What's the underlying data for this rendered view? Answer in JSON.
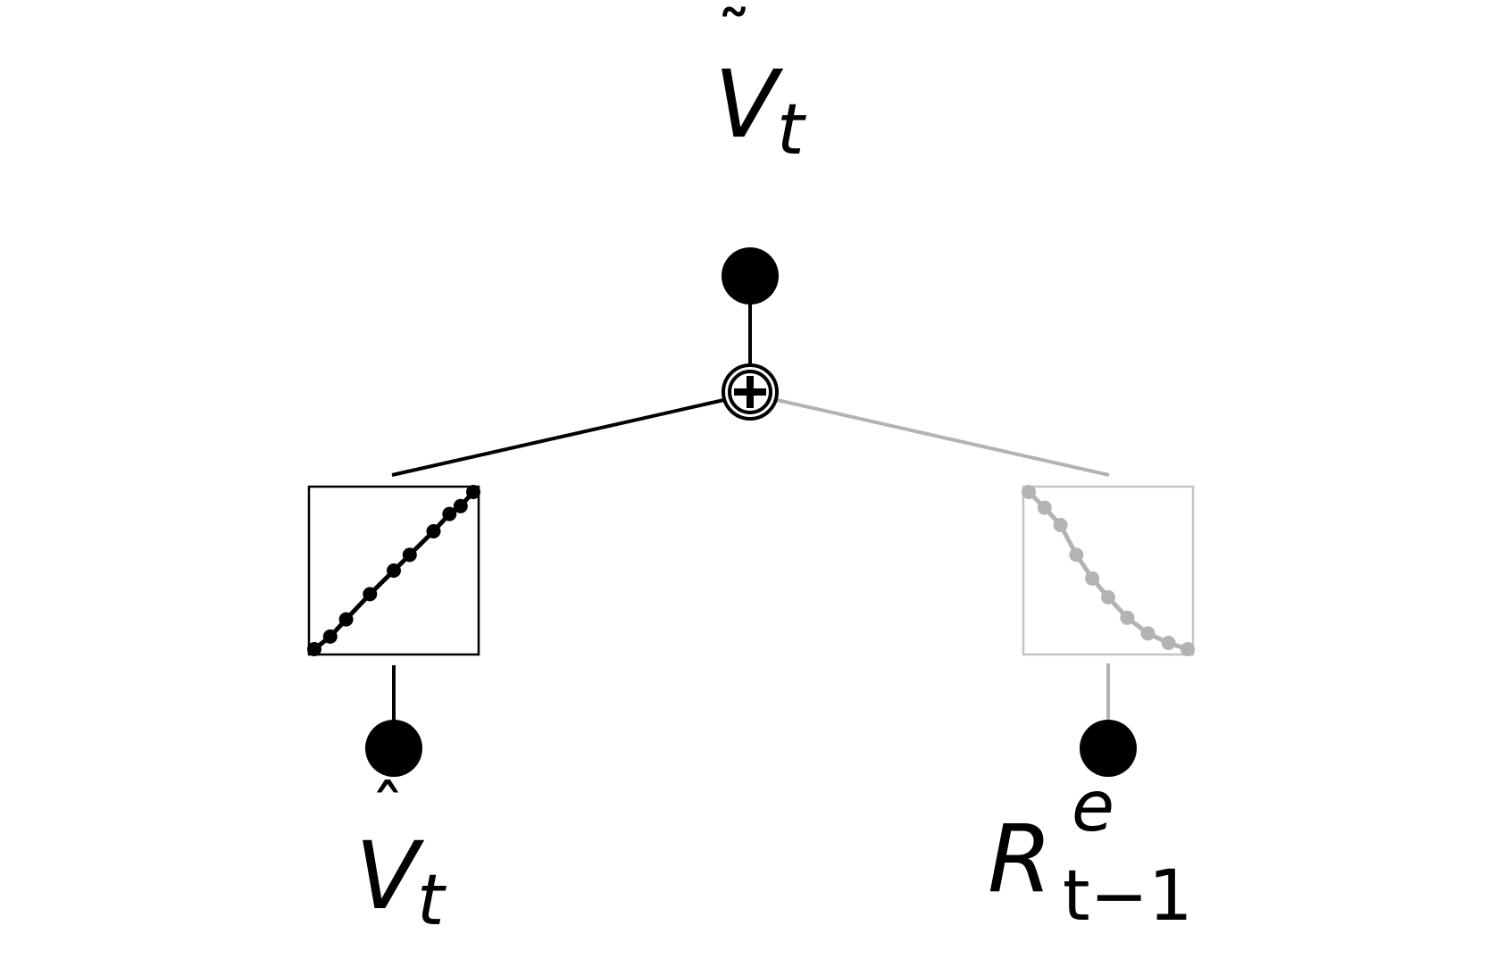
{
  "colors": {
    "ink": "#000000",
    "muted": "#b3b3b3",
    "muted_frame": "#c4c4c4",
    "background": "#ffffff"
  },
  "nodes": {
    "output": {
      "base": "V",
      "accent": "˜",
      "subscript": "t",
      "shape": "filled-circle"
    },
    "left_input": {
      "base": "V",
      "accent": "ˆ",
      "subscript": "t",
      "shape": "filled-circle"
    },
    "right_input": {
      "base": "R",
      "superscript": "e",
      "subscript": "t−1",
      "shape": "filled-circle"
    },
    "sum": {
      "operator": "⊕",
      "shape": "circled-plus"
    }
  },
  "transfer_functions": {
    "left": {
      "trend": "increasing",
      "color_role": "ink",
      "curve": [
        [
          0.0,
          0.0
        ],
        [
          0.1,
          0.08
        ],
        [
          0.2,
          0.19
        ],
        [
          0.35,
          0.35
        ],
        [
          0.5,
          0.5
        ],
        [
          0.6,
          0.6
        ],
        [
          0.75,
          0.75
        ],
        [
          0.85,
          0.86
        ],
        [
          0.92,
          0.91
        ],
        [
          1.0,
          1.0
        ]
      ]
    },
    "right": {
      "trend": "decreasing",
      "color_role": "muted",
      "curve": [
        [
          0.0,
          1.0
        ],
        [
          0.1,
          0.9
        ],
        [
          0.2,
          0.79
        ],
        [
          0.3,
          0.6
        ],
        [
          0.4,
          0.45
        ],
        [
          0.5,
          0.33
        ],
        [
          0.62,
          0.2
        ],
        [
          0.75,
          0.1
        ],
        [
          0.88,
          0.04
        ],
        [
          1.0,
          0.0
        ]
      ]
    }
  }
}
